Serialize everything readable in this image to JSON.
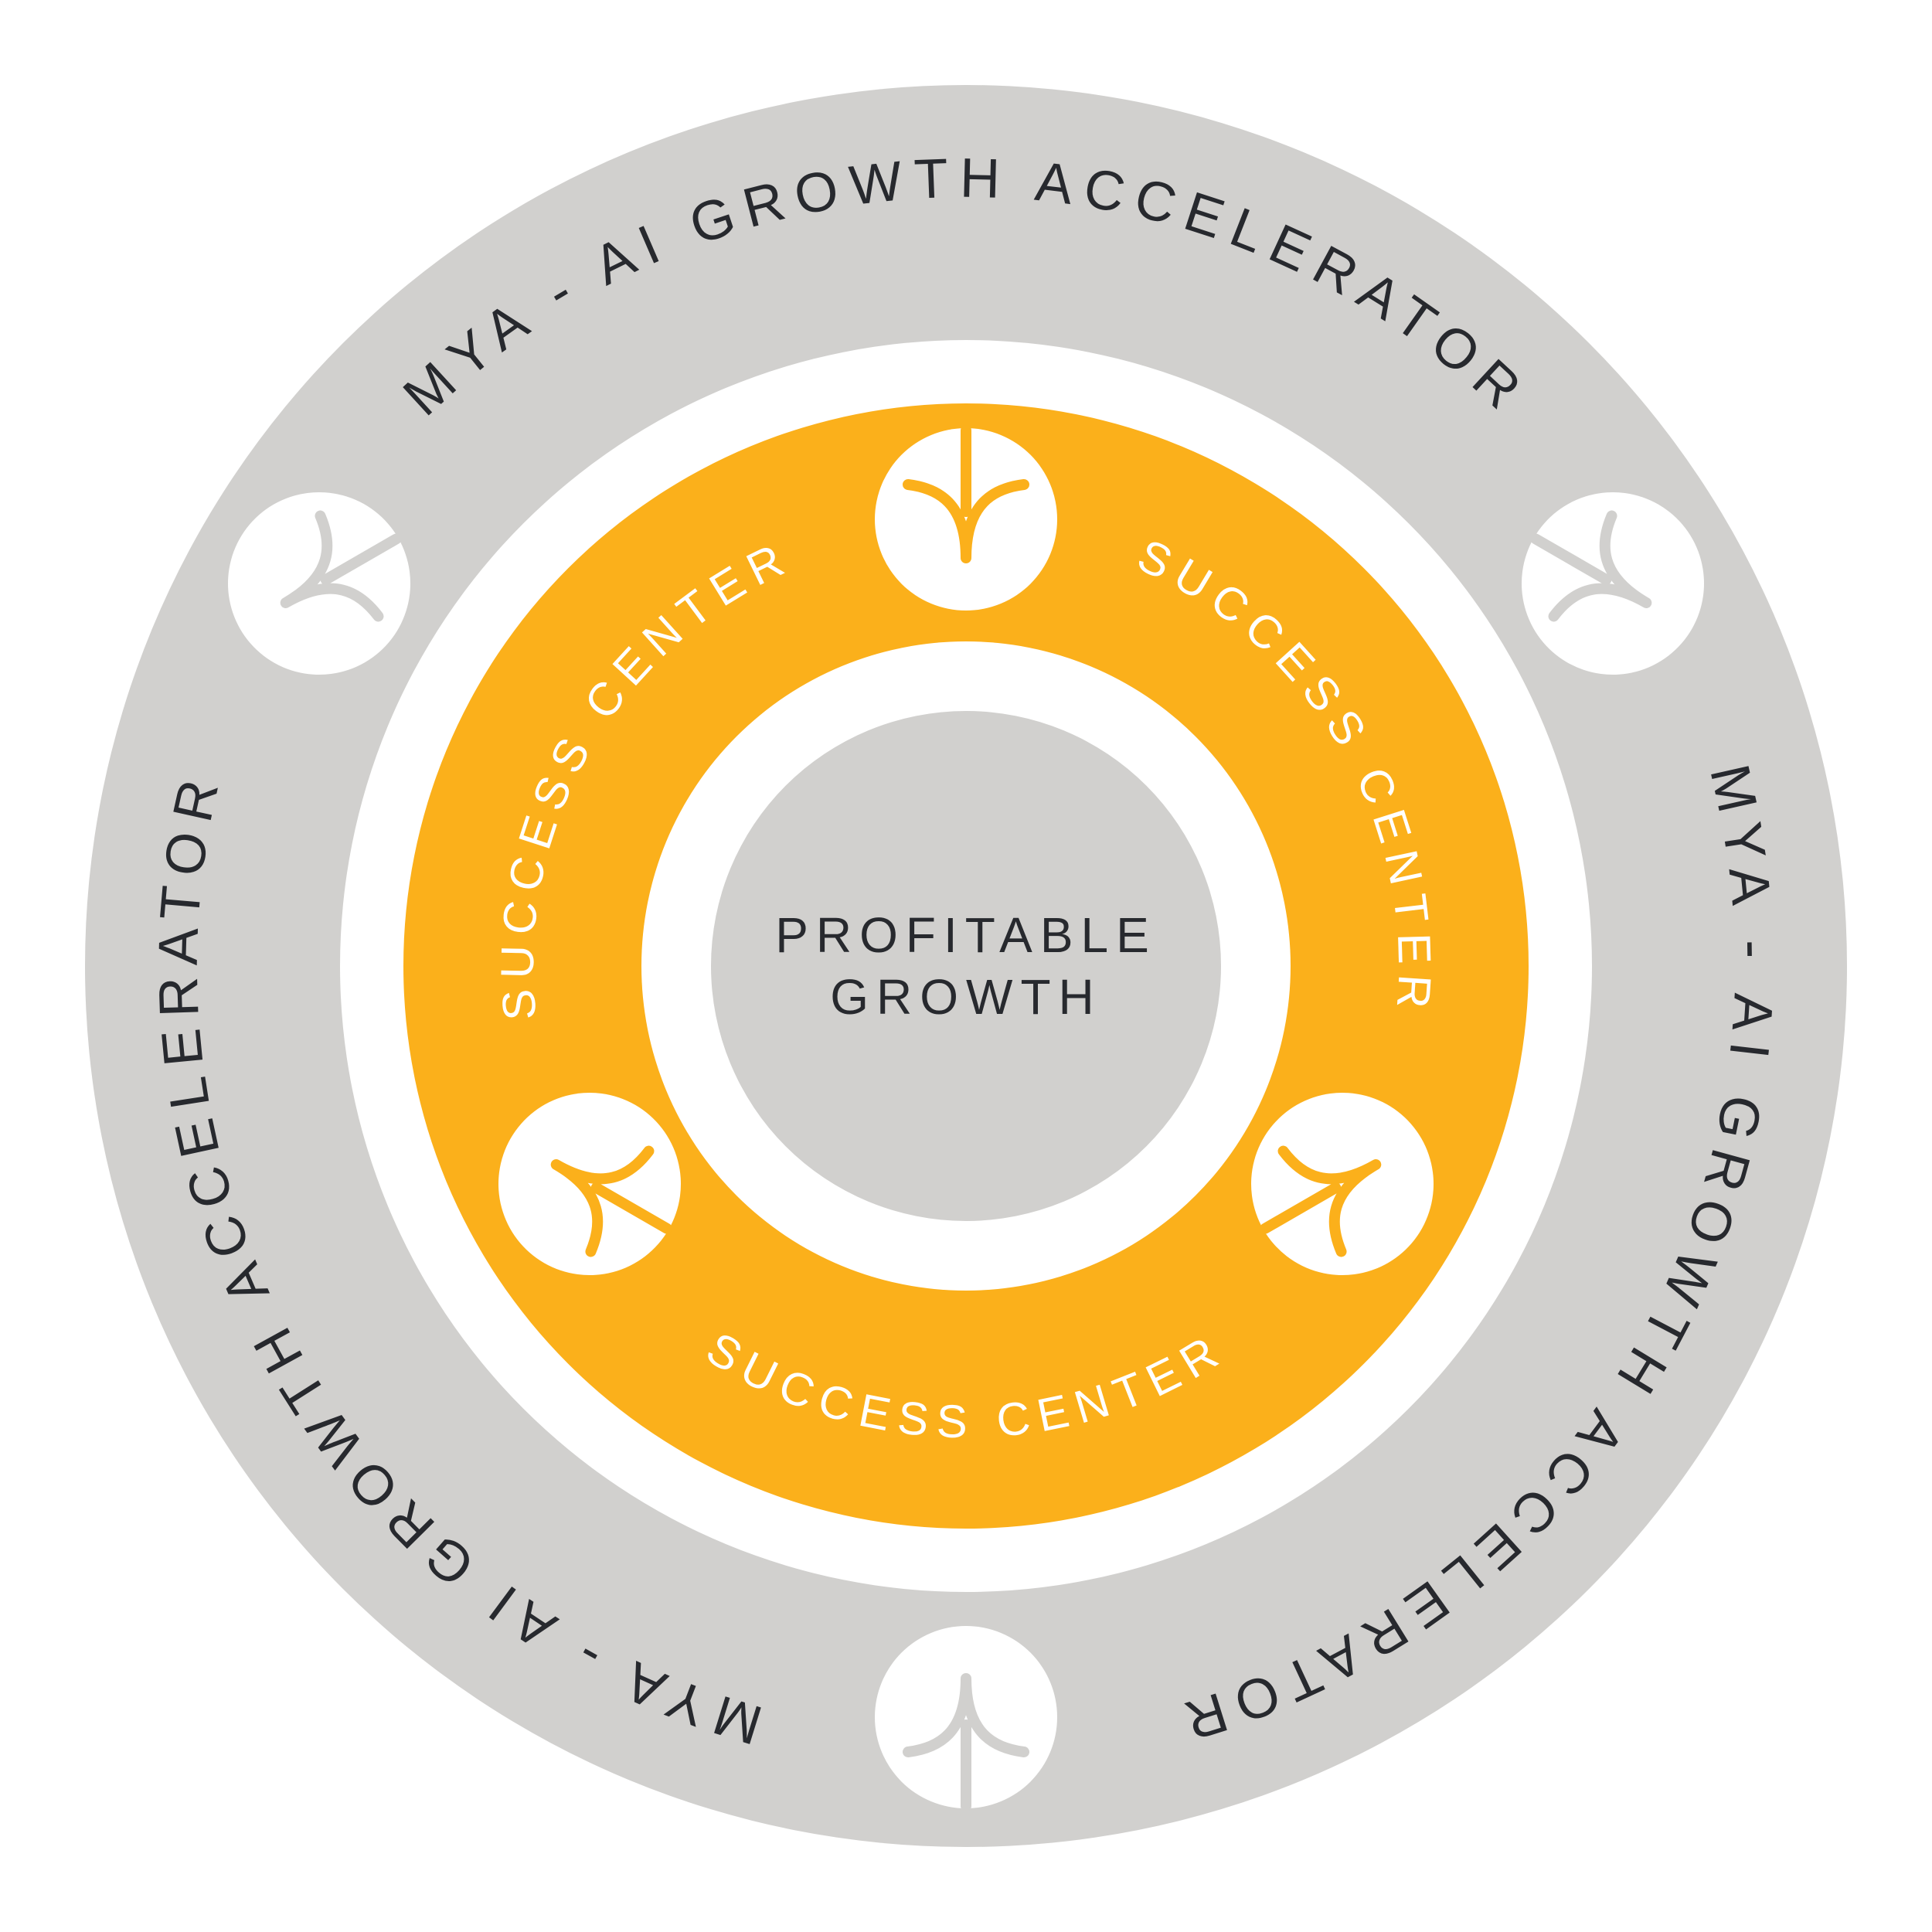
{
  "center": {
    "line1": "PROFITABLE",
    "line2": "GROWTH"
  },
  "inner_ring": {
    "label": "SUCCESS CENTER",
    "labels": [
      "SUCCESS CENTER",
      "SUCCESS CENTER",
      "SUCCESS CENTER"
    ]
  },
  "outer_ring": {
    "label": "MYA - AI GROWTH ACCELERATOR",
    "labels": [
      "MYA - AI GROWTH ACCELERATOR",
      "MYA - AI GROWTH ACCELERATOR",
      "MYA - AI GROWTH ACCELERATOR"
    ]
  },
  "icons": {
    "inner": "growth-arrow-icon",
    "outer": "growth-arrow-icon"
  },
  "colors": {
    "outer_ring": "#d1d0ce",
    "inner_ring": "#fbb01b",
    "center": "#d1d0ce",
    "text_dark": "#27292e",
    "text_light": "#ffffff",
    "icon_inner_stroke": "#fbb01b",
    "icon_outer_stroke": "#d1d0ce"
  }
}
